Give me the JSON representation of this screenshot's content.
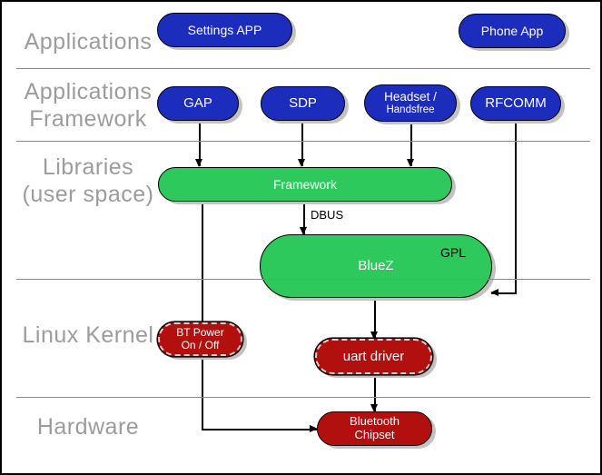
{
  "colors": {
    "app_blue": "#1c2cbc",
    "lib_green": "#2ec95c",
    "kernel_red": "#b20f0f",
    "label_gray": "#9c9c9c",
    "line_gray": "#8a8a8a"
  },
  "layers": [
    {
      "id": "applications",
      "label": "Applications"
    },
    {
      "id": "applications-framework",
      "line1": "Applications",
      "line2": "Framework"
    },
    {
      "id": "libraries-user-space",
      "line1": "Libraries",
      "line2": "(user space)"
    },
    {
      "id": "linux-kernel",
      "label": "Linux Kernel"
    },
    {
      "id": "hardware",
      "label": "Hardware"
    }
  ],
  "nodes": {
    "settings_app": {
      "label": "Settings APP"
    },
    "phone_app": {
      "label": "Phone App"
    },
    "gap": {
      "label": "GAP"
    },
    "sdp": {
      "label": "SDP"
    },
    "headset": {
      "line1": "Headset /",
      "line2": "Handsfree"
    },
    "rfcomm": {
      "label": "RFCOMM"
    },
    "framework": {
      "label": "Framework"
    },
    "bluez": {
      "label": "BlueZ",
      "license": "GPL"
    },
    "bt_power": {
      "line1": "BT Power",
      "line2": "On / Off"
    },
    "uart_driver": {
      "label": "uart driver"
    },
    "bluetooth_chipset": {
      "line1": "Bluetooth",
      "line2": "Chipset"
    }
  },
  "edge_labels": {
    "dbus": "DBUS"
  }
}
